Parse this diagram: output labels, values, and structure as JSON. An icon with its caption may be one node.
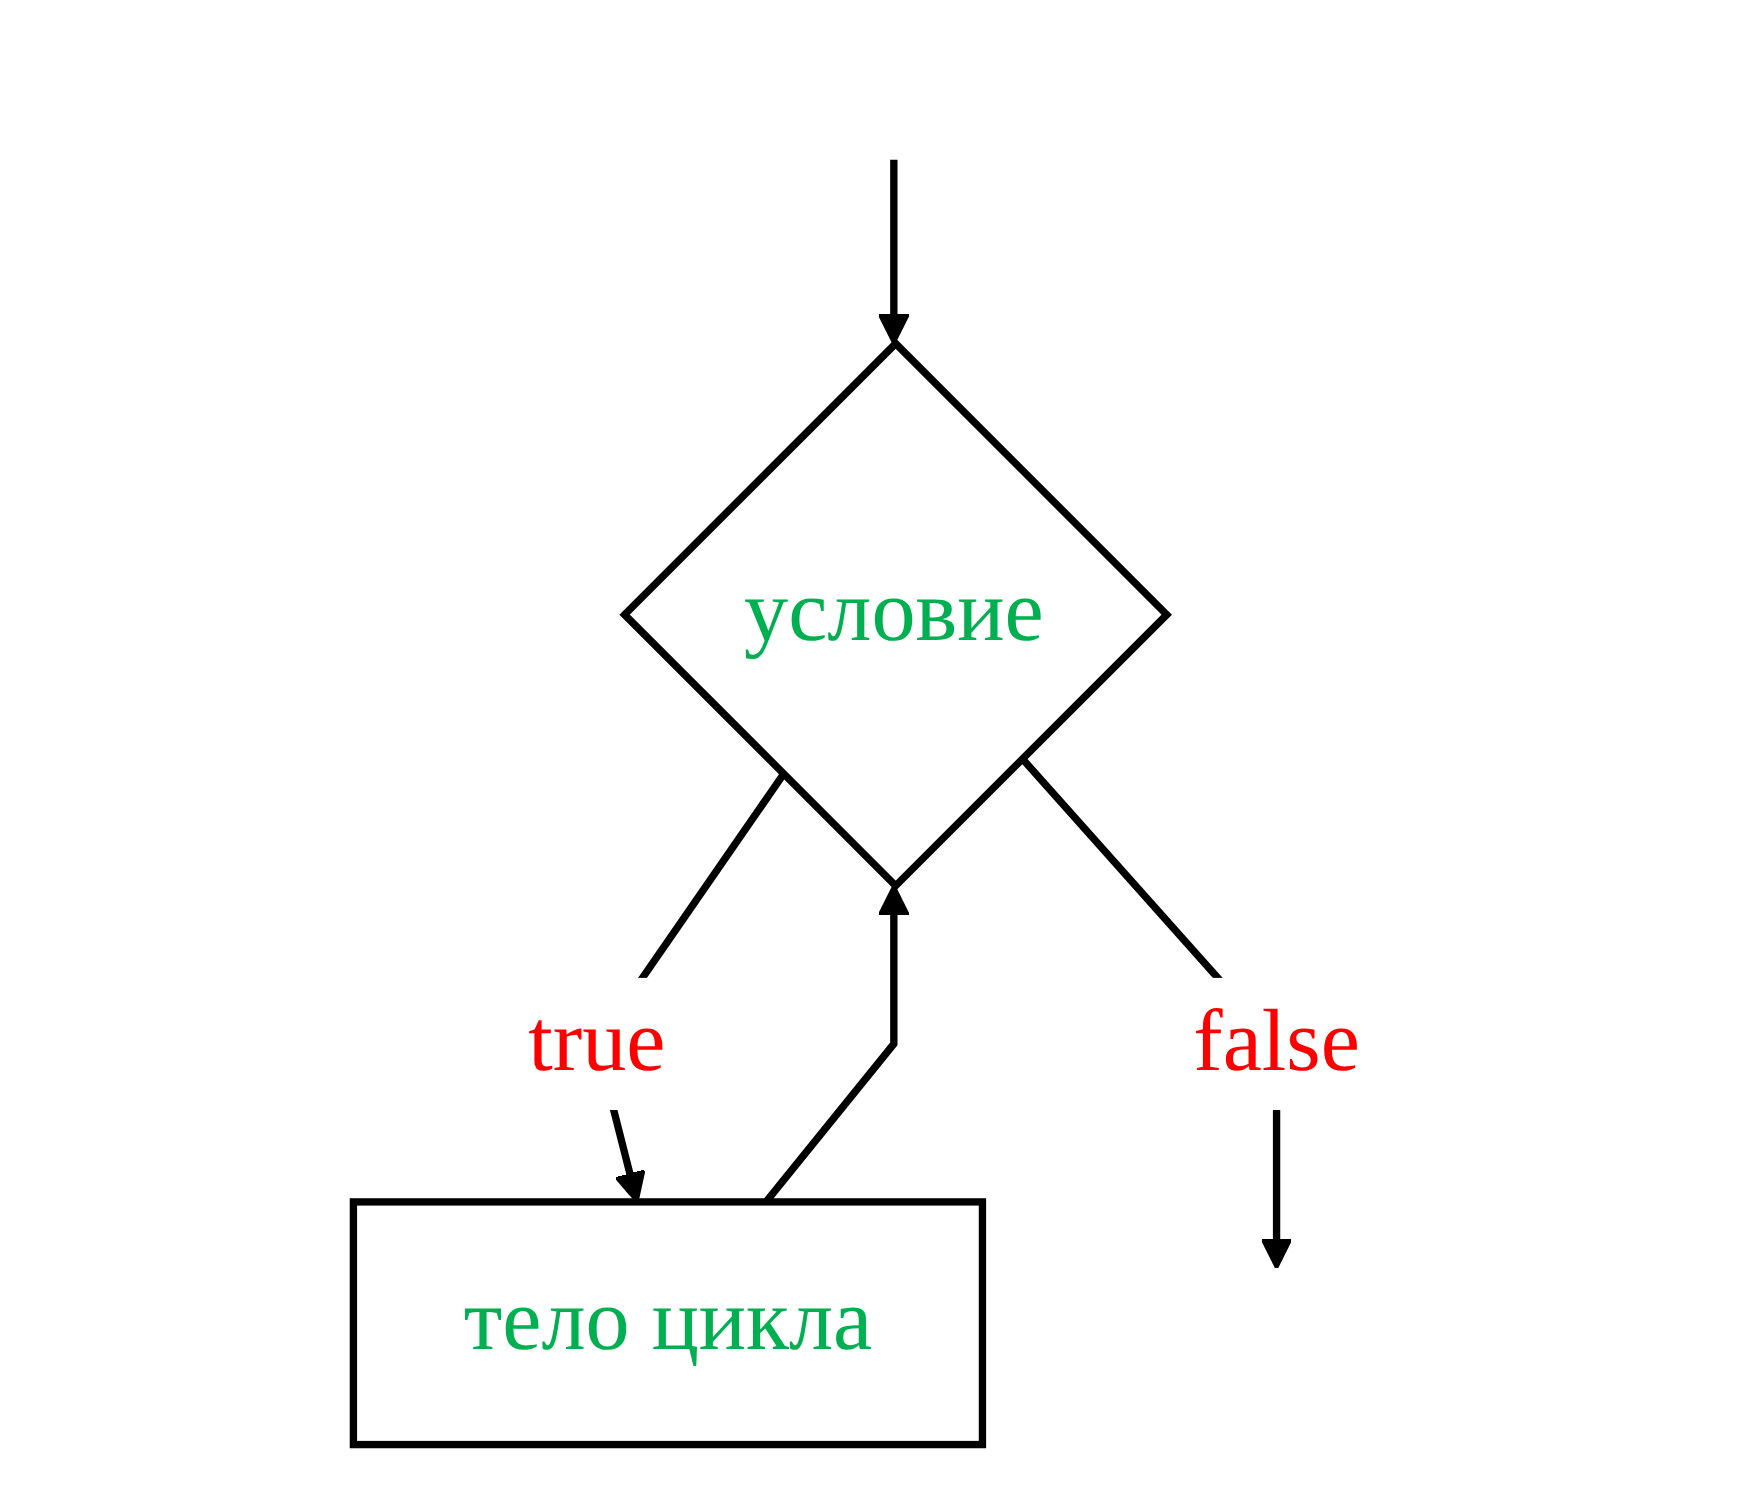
{
  "diagram": {
    "nodes": [
      {
        "text": [
          "условие"
        ]
      },
      {
        "text": [
          "тело цикла"
        ]
      }
    ],
    "edges": [
      {
        "from": null,
        "to": 0,
        "arrow": "to"
      },
      {
        "from": 0,
        "to": 1,
        "label": "true",
        "arrow": "to"
      },
      {
        "from": 1,
        "to": 0,
        "arrow": "to"
      },
      {
        "from": 0,
        "to": null,
        "label": "false",
        "arrow": "to"
      }
    ]
  }
}
